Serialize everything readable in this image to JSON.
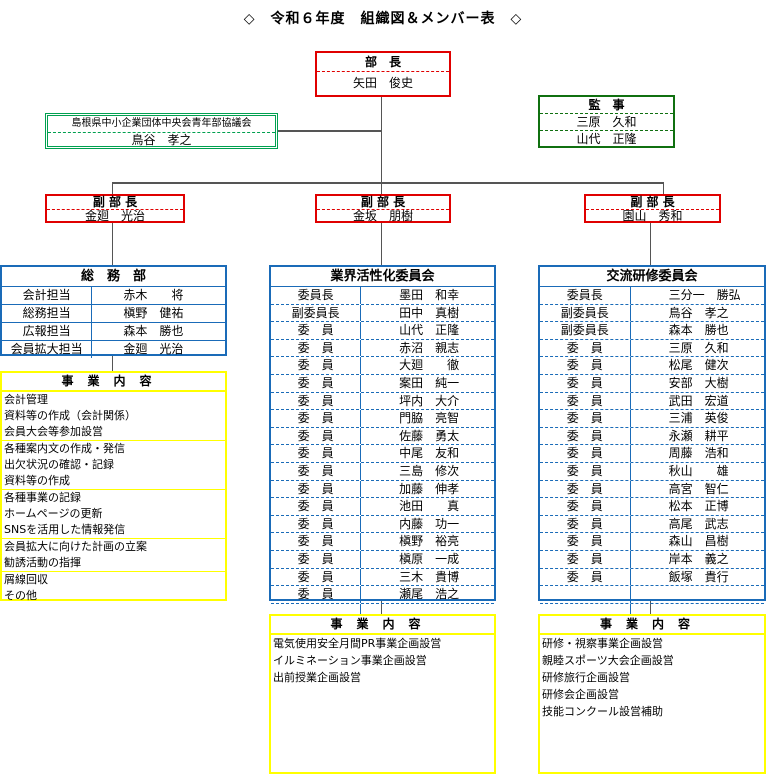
{
  "title": "◇　令和６年度　組織図＆メンバー表　◇",
  "director": {
    "label": "部　長",
    "name": "矢田　俊史"
  },
  "council": {
    "label": "島根県中小企業団体中央会青年部協議会",
    "name": "鳥谷　孝之"
  },
  "auditor": {
    "label": "監　事",
    "names": [
      "三原　久和",
      "山代　正隆"
    ]
  },
  "vice": [
    {
      "label": "副 部 長",
      "name": "金廻　光治"
    },
    {
      "label": "副 部 長",
      "name": "金坂　朋樹"
    },
    {
      "label": "副 部 長",
      "name": "園山　秀和"
    }
  ],
  "general": {
    "title": "総　務　部",
    "rows": [
      [
        "会計担当",
        "赤木　　将"
      ],
      [
        "総務担当",
        "槇野　健祐"
      ],
      [
        "広報担当",
        "森本　勝也"
      ],
      [
        "会員拡大担当",
        "金廻　光治"
      ]
    ],
    "duties_title": "事業内容",
    "duties": [
      [
        "会計管理",
        "資料等の作成（会計関係）",
        "会員大会等参加設営"
      ],
      [
        "各種案内文の作成・発信",
        "出欠状況の確認・記録",
        "資料等の作成"
      ],
      [
        "各種事業の記録",
        "ホームページの更新",
        "SNSを活用した情報発信"
      ],
      [
        "会員拡大に向けた計画の立案",
        "勧誘活動の指揮"
      ],
      [
        "屑線回収",
        "その他"
      ]
    ]
  },
  "industry": {
    "title": "業界活性化委員会",
    "rows": [
      [
        "委員長",
        "墨田　和幸"
      ],
      [
        "副委員長",
        "田中　真樹"
      ],
      [
        "委　員",
        "山代　正隆"
      ],
      [
        "委　員",
        "赤沼　親志"
      ],
      [
        "委　員",
        "大廻　　徹"
      ],
      [
        "委　員",
        "案田　純一"
      ],
      [
        "委　員",
        "坪内　大介"
      ],
      [
        "委　員",
        "門脇　亮智"
      ],
      [
        "委　員",
        "佐藤　勇太"
      ],
      [
        "委　員",
        "中尾　友和"
      ],
      [
        "委　員",
        "三島　修次"
      ],
      [
        "委　員",
        "加藤　伸孝"
      ],
      [
        "委　員",
        "池田　　真"
      ],
      [
        "委　員",
        "内藤　功一"
      ],
      [
        "委　員",
        "槇野　裕亮"
      ],
      [
        "委　員",
        "槇原　一成"
      ],
      [
        "委　員",
        "三木　貴博"
      ],
      [
        "委　員",
        "瀬尾　浩之"
      ],
      [
        "",
        ""
      ]
    ],
    "duties_title": "事業内容",
    "duties": [
      "電気使用安全月間PR事業企画設営",
      "イルミネーション事業企画設営",
      "出前授業企画設営"
    ]
  },
  "exchange": {
    "title": "交流研修委員会",
    "rows": [
      [
        "委員長",
        "三分一　勝弘"
      ],
      [
        "副委員長",
        "鳥谷　孝之"
      ],
      [
        "副委員長",
        "森本　勝也"
      ],
      [
        "委　員",
        "三原　久和"
      ],
      [
        "委　員",
        "松尾　健次"
      ],
      [
        "委　員",
        "安部　大樹"
      ],
      [
        "委　員",
        "武田　宏道"
      ],
      [
        "委　員",
        "三浦　英俊"
      ],
      [
        "委　員",
        "永瀬　耕平"
      ],
      [
        "委　員",
        "周藤　浩和"
      ],
      [
        "委　員",
        "秋山　　雄"
      ],
      [
        "委　員",
        "高宮　智仁"
      ],
      [
        "委　員",
        "松本　正博"
      ],
      [
        "委　員",
        "高尾　武志"
      ],
      [
        "委　員",
        "森山　昌樹"
      ],
      [
        "委　員",
        "岸本　義之"
      ],
      [
        "委　員",
        "飯塚　貴行"
      ],
      [
        "",
        ""
      ],
      [
        "",
        ""
      ]
    ],
    "duties_title": "事業内容",
    "duties": [
      "研修・視察事業企画設営",
      "親睦スポーツ大会企画設営",
      "研修旅行企画設営",
      "研修会企画設営",
      "技能コンクール設営補助"
    ]
  }
}
